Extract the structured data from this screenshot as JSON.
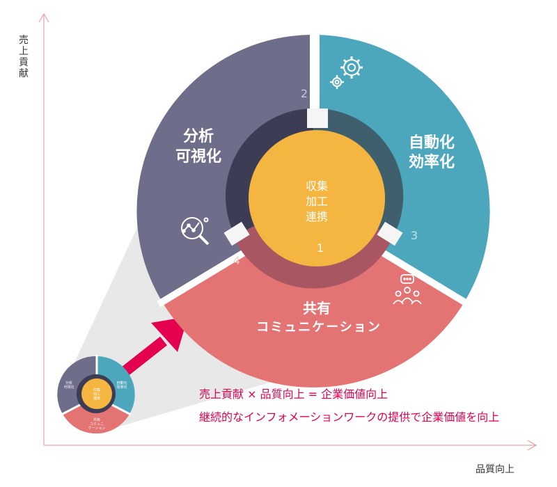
{
  "axes": {
    "y_label": "売上貢献",
    "x_label": "品質向上"
  },
  "diagram": {
    "center": {
      "lines": [
        "収集",
        "加工",
        "連携"
      ],
      "number": "1"
    },
    "segments": [
      {
        "id": "analysis",
        "lines": [
          "分析",
          "可視化"
        ],
        "number": "2",
        "icon": "analytics-magnifier-icon",
        "color": "#6e6d8a"
      },
      {
        "id": "automation",
        "lines": [
          "自動化",
          "効率化"
        ],
        "number": "3",
        "icon": "gears-icon",
        "color": "#4ca7bd"
      },
      {
        "id": "communication",
        "lines": [
          "共有",
          "コミュニケーション"
        ],
        "number": "4",
        "icon": "people-chat-icon",
        "color": "#e47374"
      }
    ],
    "center_color": "#f4b541",
    "ring_color": "#3d3c55"
  },
  "thumbnail": {
    "center": [
      "収集",
      "加工",
      "連携"
    ],
    "analysis": [
      "分析",
      "可視化"
    ],
    "automation": [
      "自動化",
      "効率化"
    ],
    "communication": [
      "共有",
      "コミュニ",
      "ケーション"
    ]
  },
  "captions": {
    "formula": "売上貢献 × 品質向上 = 企業価値向上",
    "tagline": "継続的なインフォメーションワークの提供で企業価値を向上"
  },
  "colors": {
    "axis": "#f0a0a8",
    "accent": "#e4004f"
  }
}
